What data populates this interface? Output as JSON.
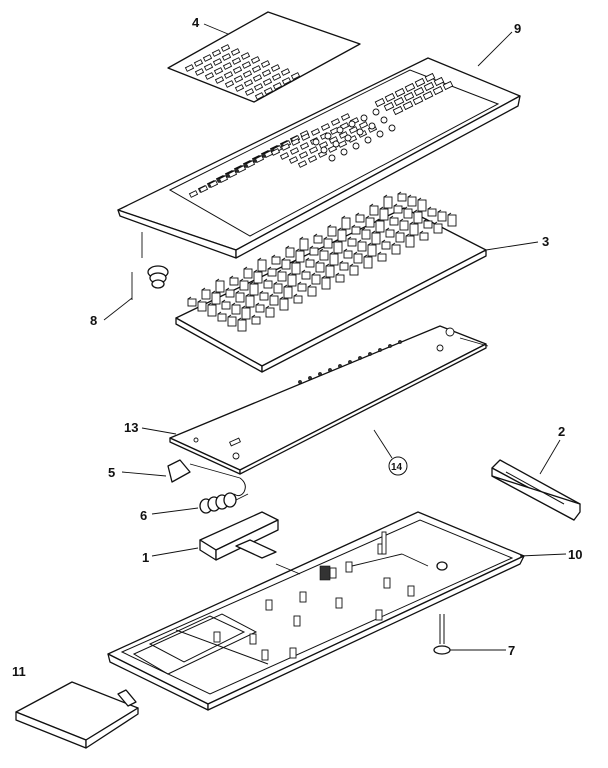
{
  "callouts": [
    {
      "id": "4",
      "text": "4"
    },
    {
      "id": "9",
      "text": "9"
    },
    {
      "id": "3",
      "text": "3"
    },
    {
      "id": "8",
      "text": "8"
    },
    {
      "id": "13",
      "text": "13"
    },
    {
      "id": "14",
      "text": "14"
    },
    {
      "id": "5",
      "text": "5"
    },
    {
      "id": "2",
      "text": "2"
    },
    {
      "id": "6",
      "text": "6"
    },
    {
      "id": "1",
      "text": "1"
    },
    {
      "id": "10",
      "text": "10"
    },
    {
      "id": "7",
      "text": "7"
    },
    {
      "id": "11",
      "text": "11"
    }
  ],
  "colors": {
    "line": "#111111",
    "background": "#ffffff"
  }
}
